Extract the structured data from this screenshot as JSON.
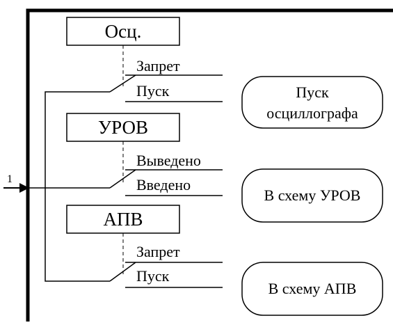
{
  "input_label": "1",
  "blocks": [
    {
      "title": "Осц.",
      "upper_label": "Запрет",
      "lower_label": "Пуск",
      "output": [
        "Пуск",
        "осциллографа"
      ]
    },
    {
      "title": "УРОВ",
      "upper_label": "Выведено",
      "lower_label": "Введено",
      "output": [
        "В схему УРОВ"
      ]
    },
    {
      "title": "АПВ",
      "upper_label": "Запрет",
      "lower_label": "Пуск",
      "output": [
        "В схему АПВ"
      ]
    }
  ],
  "colors": {
    "line": "#000000",
    "background": "#ffffff"
  }
}
